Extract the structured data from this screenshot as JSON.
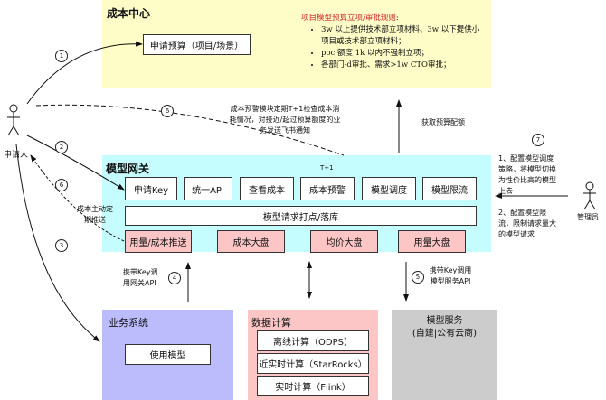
{
  "cost_center": {
    "title": "成本中心",
    "apply_budget": "申请预算（项目/场景）",
    "rules_title": "项目模型预算立项/审批规则",
    "rules_colon": ":",
    "rules": [
      "3w 以上提供技术部立项材料、3w 以下提供小项目或技术部立项材料；",
      "poc 额度 1k 以内不强制立项；",
      "各部门-d审批、需求>1w CTO审批；"
    ],
    "rules_color": "#d0212a"
  },
  "warning_note": "成本预警模块定期T+1检查成本消耗情况，对接近/超过预算额度的业务发送飞书通知",
  "get_quota": "获取预算配额",
  "gateway": {
    "title": "模型网关",
    "t1": "T+1",
    "features": [
      "申请Key",
      "统一API",
      "查看成本",
      "成本预警",
      "模型调度",
      "模型限流"
    ],
    "tracking": "模型请求打点/落库",
    "dashboards": [
      "用量/成本推送",
      "成本大盘",
      "均价大盘",
      "用量大盘"
    ]
  },
  "push_note": "成本主动定期推送",
  "call_gateway": "携带Key调用网关API",
  "call_model": "携带Key调用模型服务API",
  "business": {
    "title": "业务系统",
    "item": "使用模型"
  },
  "compute": {
    "title": "数据计算",
    "items": [
      "离线计算（ODPS）",
      "近实时计算（StarRocks）",
      "实时计算（Flink）"
    ]
  },
  "model_service": {
    "title": "模型服务",
    "subtitle": "(自建|公有云商)"
  },
  "applicant": "申请人",
  "admin": "管理员",
  "admin_notes": [
    "1、配置模型调度策略，将模型切换为性价比高的模型上去",
    "2、配置模型限流，限制请求量大的模型请求"
  ],
  "steps": [
    "1",
    "2",
    "3",
    "4",
    "5",
    "6",
    "6",
    "7"
  ]
}
